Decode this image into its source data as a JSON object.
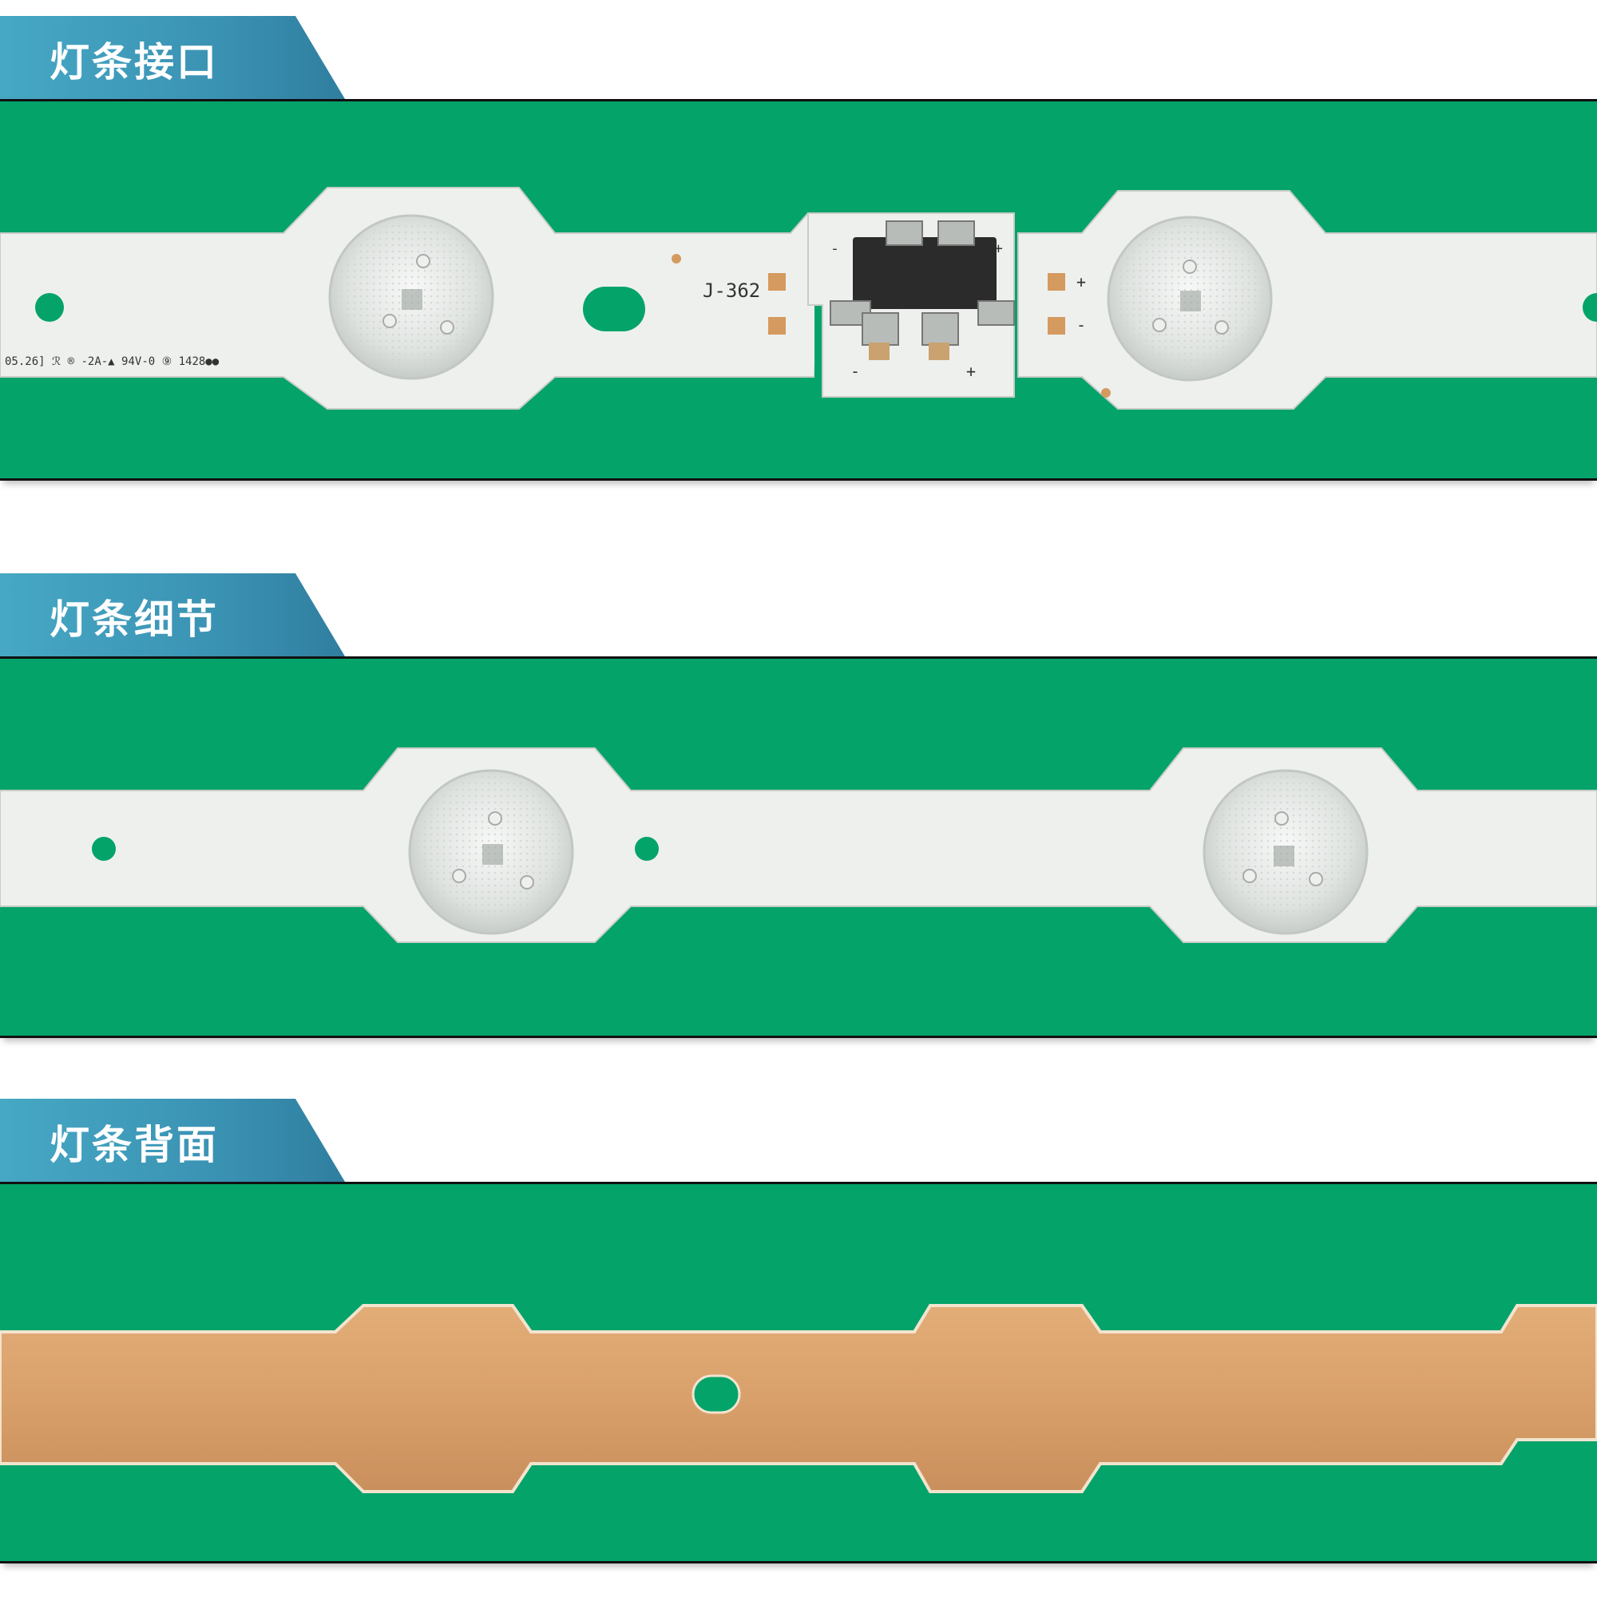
{
  "sections": [
    {
      "title": "灯条接口",
      "strip": {
        "code": "J-362",
        "marking": "05.26] ℛ ® -2A-▲ 94V-0 ⑨ 1428●●",
        "polarity": [
          "-",
          "+",
          "-",
          "+",
          "+",
          "-"
        ]
      }
    },
    {
      "title": "灯条细节"
    },
    {
      "title": "灯条背面"
    }
  ],
  "colors": {
    "background_green": "#04a36a",
    "tab_blue": "#3b93b4",
    "strip_white": "#eef0ee",
    "strip_copper": "#d9a06b"
  }
}
